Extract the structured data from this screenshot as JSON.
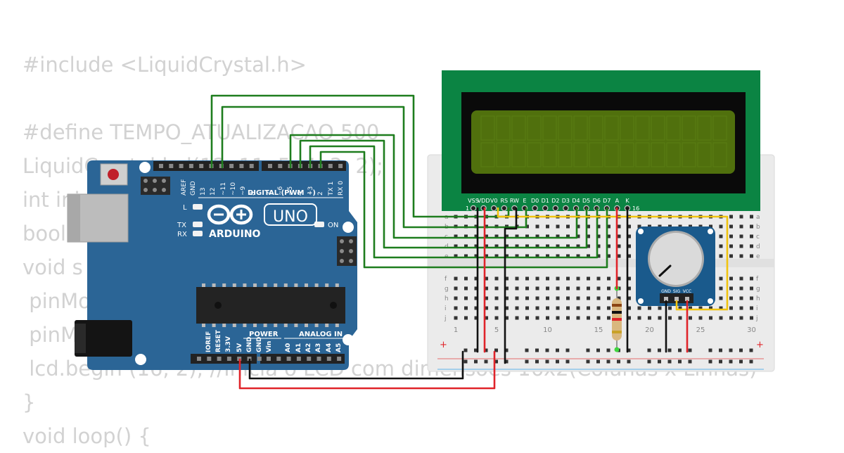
{
  "code_lines": [
    "#include <LiquidCrystal.h>",
    "",
    "#define TEMPO_ATUALIZACAO 500",
    "LiquidCrystal lcd(12, 11, 5, 4, 3, 2);",
    "int ini",
    "bool",
    "void s",
    " pinMo",
    " pinM",
    " lcd.begin (16, 2); //Inicia o LCD com dimensões 16x2(Colunas x Linhas)",
    "}",
    "void loop() {"
  ],
  "arduino": {
    "brand": "ARDUINO",
    "model": "UNO",
    "digital_label": "DIGITAL (PWM ~)",
    "aref": "AREF",
    "gnd": "GND",
    "digital_pins": [
      "13",
      "12",
      "~11",
      "~10",
      "~9",
      "8",
      "7",
      "~6",
      "~5",
      "4",
      "~3",
      "2",
      "TX 1",
      "RX 0"
    ],
    "led_l": "L",
    "led_tx": "TX",
    "led_rx": "RX",
    "led_on": "ON",
    "power_label": "POWER",
    "analog_label": "ANALOG IN",
    "power_pins": [
      "IOREF",
      "RESET",
      "3.3V",
      "5V",
      "GND",
      "GND",
      "Vin"
    ],
    "analog_pins": [
      "A0",
      "A1",
      "A2",
      "A3",
      "A4",
      "A5"
    ]
  },
  "lcd": {
    "pins": [
      "VSS",
      "VDD",
      "V0",
      "RS",
      "RW",
      "E",
      "D0",
      "D1",
      "D2",
      "D3",
      "D4",
      "D5",
      "D6",
      "D7",
      "A",
      "K"
    ],
    "pin_first": "1",
    "pin_last": "16"
  },
  "breadboard": {
    "rows_top": [
      "a",
      "b",
      "c",
      "d",
      "e"
    ],
    "rows_bottom": [
      "f",
      "g",
      "h",
      "i",
      "j"
    ],
    "columns": [
      "1",
      "5",
      "10",
      "15",
      "20",
      "25",
      "30"
    ],
    "plus": "+"
  },
  "potentiometer": {
    "pins": [
      "GND",
      "SIG",
      "VCC"
    ]
  },
  "colors": {
    "wire_green": "#1e7d1e",
    "wire_red": "#e0242a",
    "wire_black": "#111111",
    "wire_yellow": "#f1c40f",
    "board_blue": "#2b6596",
    "lcd_green": "#0b8443",
    "lcd_screen": "#50700d"
  }
}
